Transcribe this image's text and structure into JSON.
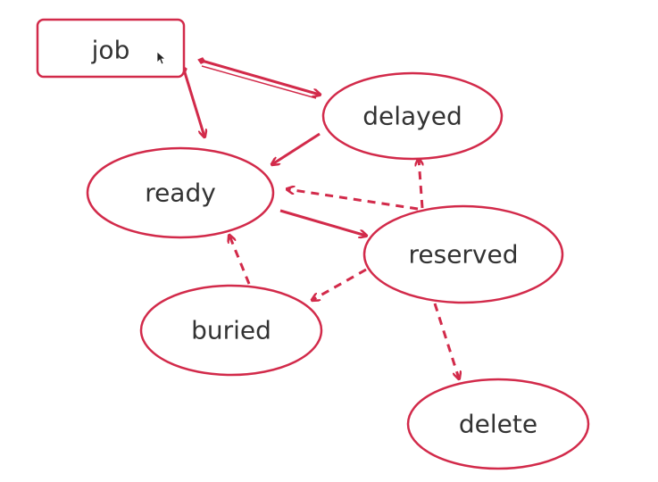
{
  "diagram": {
    "stroke_color": "#d22a4a",
    "text_color": "#333333",
    "nodes": {
      "job": "job",
      "delayed": "delayed",
      "ready": "ready",
      "reserved": "reserved",
      "buried": "buried",
      "delete": "delete"
    },
    "edges": [
      {
        "from": "job",
        "to": "delayed",
        "style": "solid"
      },
      {
        "from": "job",
        "to": "ready",
        "style": "solid"
      },
      {
        "from": "delayed",
        "to": "ready",
        "style": "solid"
      },
      {
        "from": "ready",
        "to": "reserved",
        "style": "solid"
      },
      {
        "from": "reserved",
        "to": "ready",
        "style": "dashed"
      },
      {
        "from": "reserved",
        "to": "delayed",
        "style": "dashed"
      },
      {
        "from": "reserved",
        "to": "buried",
        "style": "dashed"
      },
      {
        "from": "buried",
        "to": "ready",
        "style": "dashed"
      },
      {
        "from": "reserved",
        "to": "delete",
        "style": "dashed"
      }
    ]
  },
  "cursor_icon": "mouse-pointer-icon"
}
